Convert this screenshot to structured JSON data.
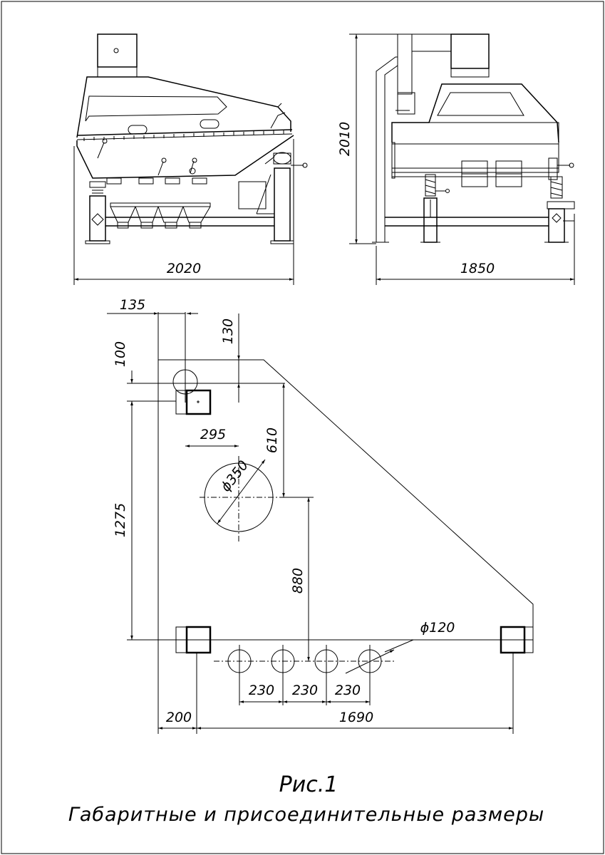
{
  "drawing": {
    "front_view": {
      "width_dim": "2020"
    },
    "side_view": {
      "height_dim": "2010",
      "width_dim": "1850"
    },
    "plan_view": {
      "dims": {
        "d135": "135",
        "d130": "130",
        "d100": "100",
        "d295": "295",
        "d610": "610",
        "d1275": "1275",
        "d880": "880",
        "d350": "ϕ350",
        "d120": "ϕ120",
        "d230a": "230",
        "d230b": "230",
        "d230c": "230",
        "d200": "200",
        "d1690": "1690"
      }
    },
    "caption": {
      "figure": "Рис.1",
      "title": "Габаритные  и  присоединительные  размеры"
    }
  }
}
